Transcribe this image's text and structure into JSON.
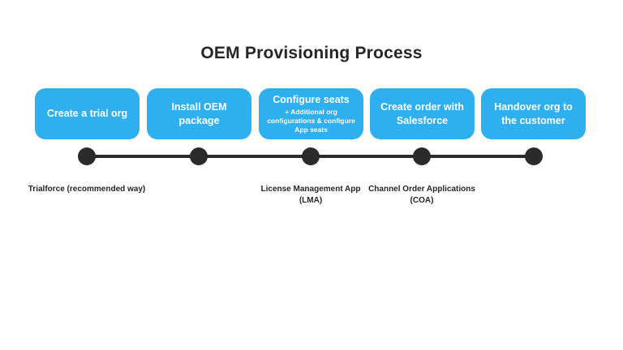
{
  "title": "OEM Provisioning Process",
  "steps": [
    {
      "label": "Create a trial org",
      "sub": ""
    },
    {
      "label": "Install OEM package",
      "sub": ""
    },
    {
      "label": "Configure seats",
      "sub": "+ Additional org configurations & configure App seats"
    },
    {
      "label": "Create order with Salesforce",
      "sub": ""
    },
    {
      "label": "Handover org to the customer",
      "sub": ""
    }
  ],
  "tools": [
    "Trialforce (recommended way)",
    "",
    "License Management App (LMA)",
    "Channel Order Applications (COA)",
    ""
  ],
  "colors": {
    "step_fill": "#2eb0f0",
    "step_text": "#ffffff",
    "timeline": "#2b2b2b",
    "title": "#262626"
  }
}
